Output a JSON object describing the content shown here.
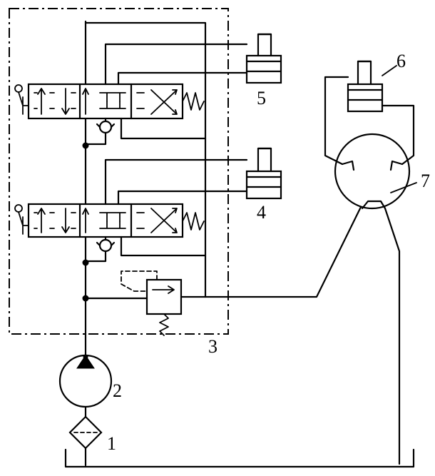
{
  "labels": {
    "filter": "1",
    "pump": "2",
    "valve_block": "3",
    "cylinder_lower": "4",
    "cylinder_upper": "5",
    "cylinder_boom": "6",
    "rotary_joint": "7"
  },
  "icons": {
    "filter": "filter-icon",
    "pump": "pump-icon",
    "check_valve": "check-valve-icon",
    "relief_valve": "relief-valve-icon",
    "directional_valve": "directional-valve-icon",
    "cylinder": "cylinder-icon",
    "lever": "lever-icon",
    "spring": "spring-icon"
  }
}
